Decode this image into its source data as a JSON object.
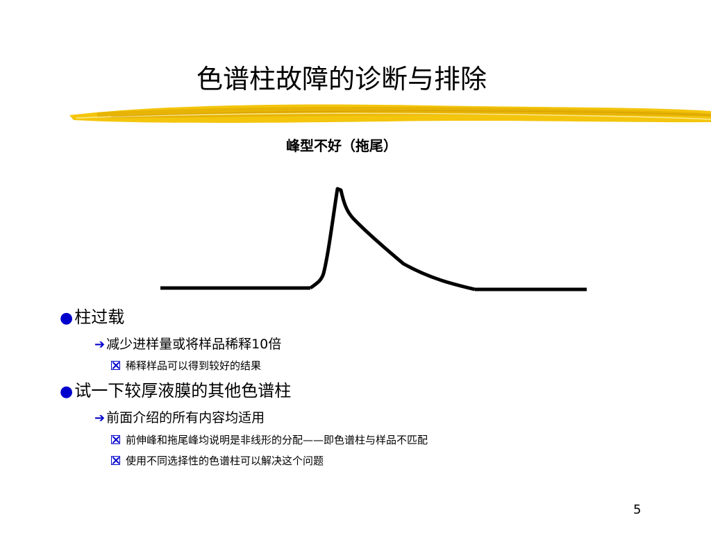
{
  "slide": {
    "title": "色谱柱故障的诊断与排除",
    "subtitle": "峰型不好（拖尾）",
    "page_number": "5",
    "accent_color": "#0000cc",
    "brush_color": "#f2c200"
  },
  "bullets": [
    {
      "text": "柱过载",
      "children": [
        {
          "text": "减少进样量或将样品稀释10倍",
          "children": [
            "稀释样品可以得到较好的结果"
          ]
        }
      ]
    },
    {
      "text": "试一下较厚液膜的其他色谱柱",
      "children": [
        {
          "text": "前面介绍的所有内容均适用",
          "children": [
            "前伸峰和拖尾峰均说明是非线形的分配——即色谱柱与样品不匹配",
            "使用不同选择性的色谱柱可以解决这个问题"
          ]
        }
      ]
    }
  ]
}
